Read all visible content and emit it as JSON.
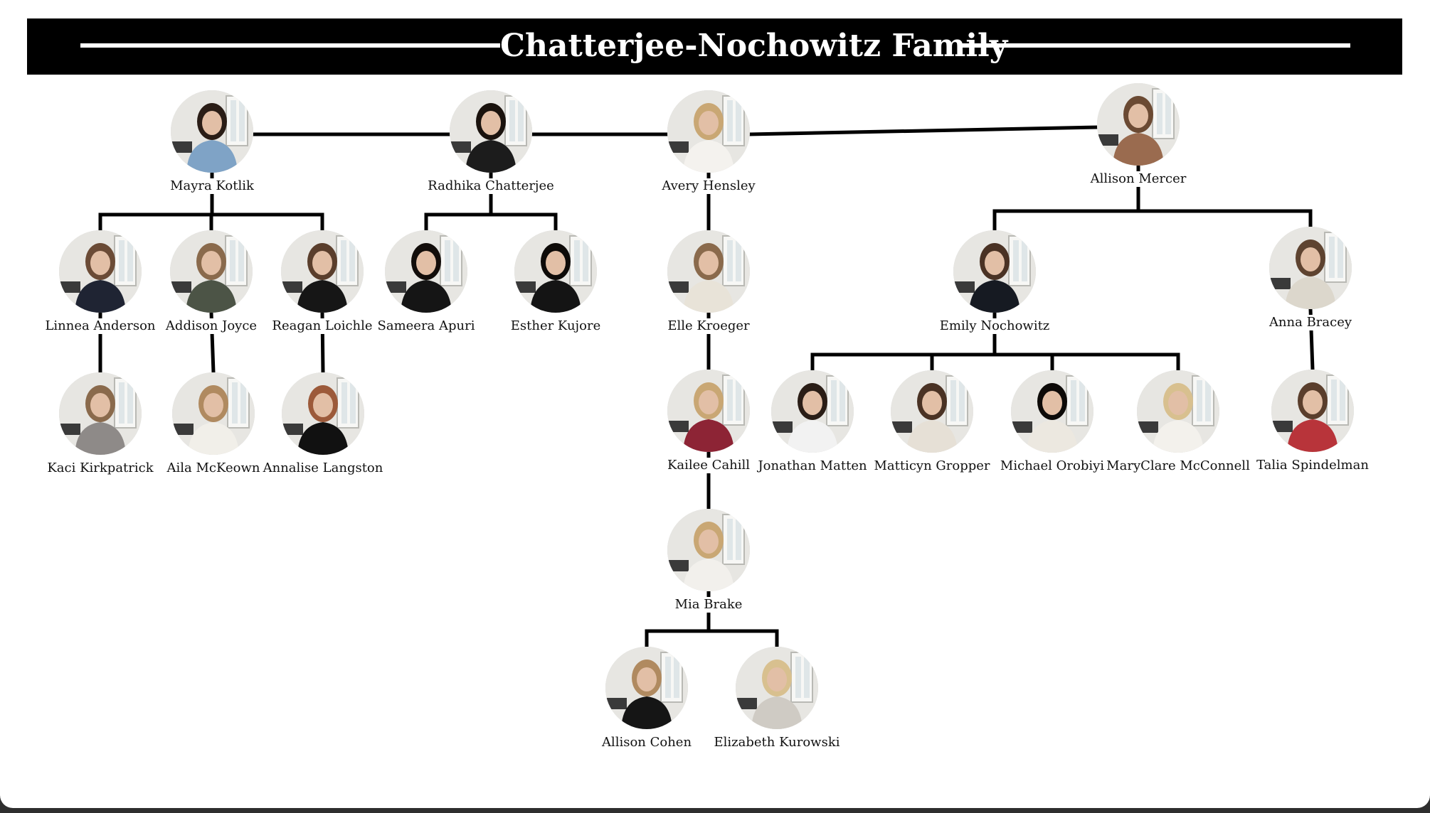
{
  "title": "Chatterjee-Nochowitz Family",
  "colors": {
    "banner": "#000000",
    "title_text": "#ffffff",
    "connector": "#000000",
    "background": "#ffffff"
  },
  "members": [
    {
      "id": "mayra",
      "name": "Mayra Kotlik",
      "parent": null,
      "shirt": "#7fa3c6",
      "hair": "#2a1d16"
    },
    {
      "id": "radhika",
      "name": "Radhika Chatterjee",
      "parent": null,
      "shirt": "#1c1c1c",
      "hair": "#1a120d"
    },
    {
      "id": "avery",
      "name": "Avery  Hensley",
      "parent": null,
      "shirt": "#f4f2ee",
      "hair": "#c9a774"
    },
    {
      "id": "allison_m",
      "name": "Allison Mercer",
      "parent": null,
      "shirt": "#9a6b4f",
      "hair": "#6b4a33"
    },
    {
      "id": "linnea",
      "name": "Linnea Anderson",
      "parent": "mayra",
      "shirt": "#1f2433",
      "hair": "#6b4b36"
    },
    {
      "id": "addison",
      "name": "Addison Joyce",
      "parent": "mayra",
      "shirt": "#4c5446",
      "hair": "#8a6a4c"
    },
    {
      "id": "reagan",
      "name": "Reagan Loichle",
      "parent": "mayra",
      "shirt": "#161616",
      "hair": "#5a3e2c"
    },
    {
      "id": "sameera",
      "name": "Sameera Apuri",
      "parent": "radhika",
      "shirt": "#151515",
      "hair": "#120d0a"
    },
    {
      "id": "esther",
      "name": "Esther Kujore",
      "parent": "radhika",
      "shirt": "#141414",
      "hair": "#0d0a08"
    },
    {
      "id": "elle",
      "name": "Elle Kroeger",
      "parent": "avery",
      "shirt": "#e8e3d8",
      "hair": "#8a6a4c"
    },
    {
      "id": "emily",
      "name": "Emily Nochowitz",
      "parent": "allison_m",
      "shirt": "#161a22",
      "hair": "#4a3224"
    },
    {
      "id": "anna",
      "name": "Anna Bracey",
      "parent": "allison_m",
      "shirt": "#dcd7cc",
      "hair": "#5e4330"
    },
    {
      "id": "kaci",
      "name": "Kaci Kirkpatrick",
      "parent": "linnea",
      "shirt": "#8e8a88",
      "hair": "#8a6a4c"
    },
    {
      "id": "aila",
      "name": "Aila McKeown",
      "parent": "addison",
      "shirt": "#f1efe9",
      "hair": "#b08a60"
    },
    {
      "id": "annalise",
      "name": "Annalise Langston",
      "parent": "reagan",
      "shirt": "#111111",
      "hair": "#9c5a3a"
    },
    {
      "id": "kailee",
      "name": "Kailee Cahill",
      "parent": "elle",
      "shirt": "#8d2435",
      "hair": "#c9a774"
    },
    {
      "id": "jonathan",
      "name": "Jonathan Matten",
      "parent": "emily",
      "shirt": "#f2f2f2",
      "hair": "#2a1d16"
    },
    {
      "id": "matticyn",
      "name": "Matticyn Gropper",
      "parent": "emily",
      "shirt": "#e6e0d6",
      "hair": "#4a3224"
    },
    {
      "id": "michael",
      "name": "Michael Orobiyi",
      "parent": "emily",
      "shirt": "#ece8e0",
      "hair": "#0d0a08"
    },
    {
      "id": "maryclare",
      "name": "MaryClare McConnell",
      "parent": "emily",
      "shirt": "#f3f1ec",
      "hair": "#d8c08f"
    },
    {
      "id": "talia",
      "name": "Talia Spindelman",
      "parent": "anna",
      "shirt": "#b8343a",
      "hair": "#5a3e2c"
    },
    {
      "id": "mia",
      "name": "Mia Brake",
      "parent": "kailee",
      "shirt": "#f2f0ec",
      "hair": "#c9a774"
    },
    {
      "id": "allison_c",
      "name": "Allison Cohen",
      "parent": "mia",
      "shirt": "#151515",
      "hair": "#b08a60"
    },
    {
      "id": "elizabeth",
      "name": "Elizabeth Kurowski",
      "parent": "mia",
      "shirt": "#cfcbc4",
      "hair": "#d8c08f"
    }
  ]
}
